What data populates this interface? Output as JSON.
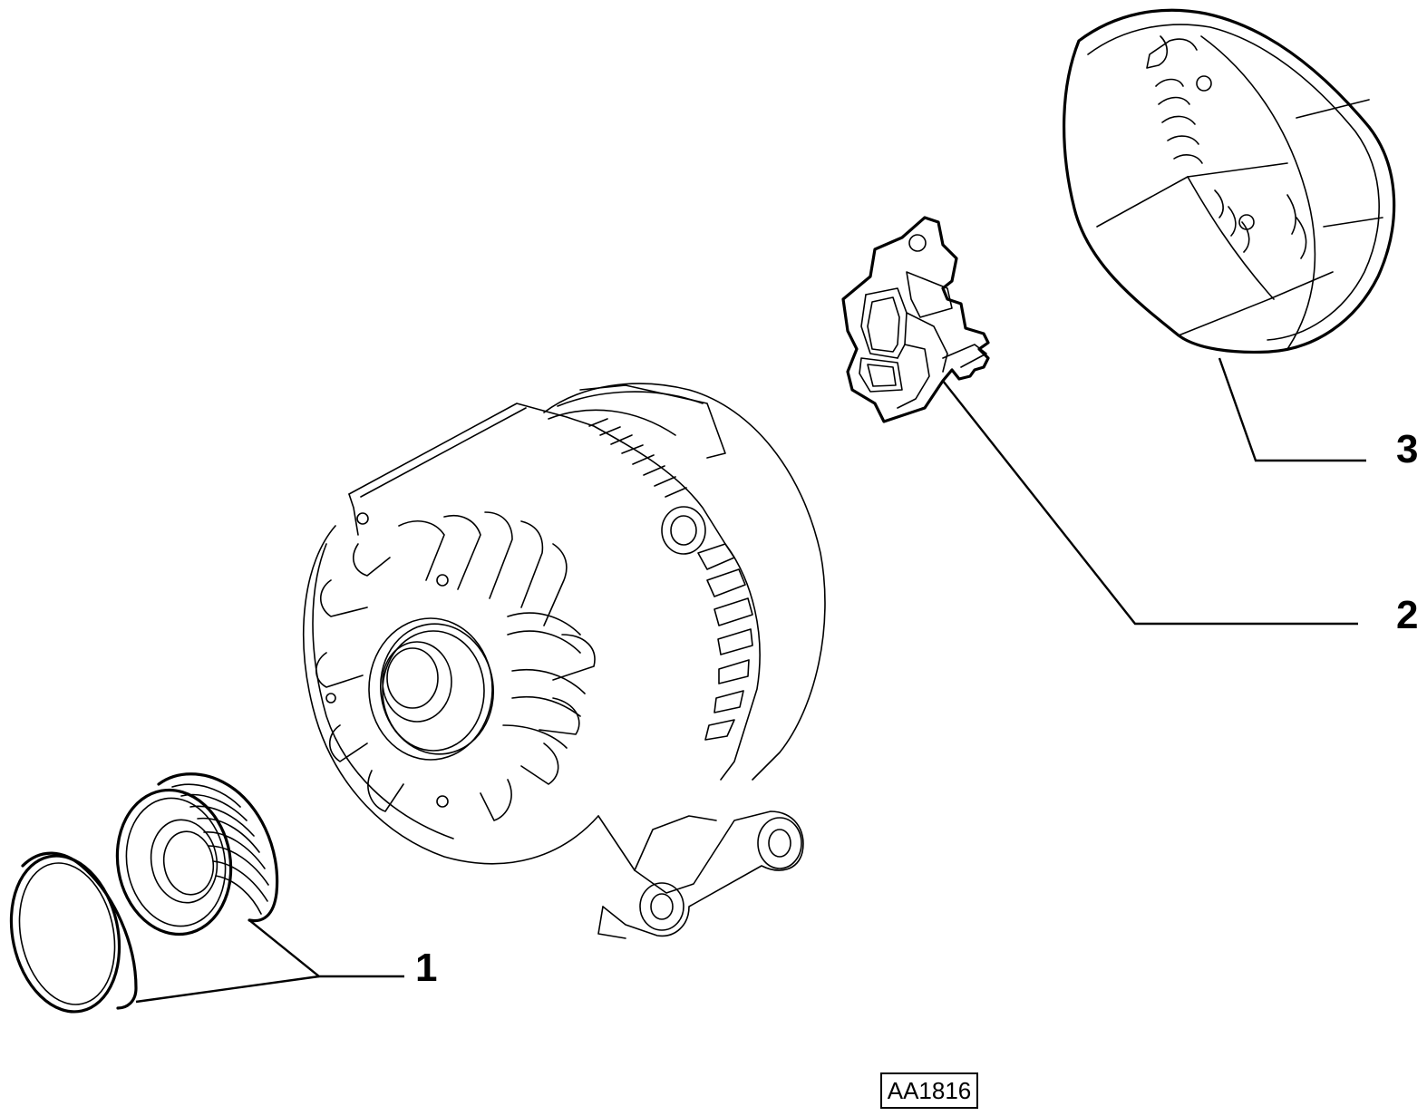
{
  "diagram": {
    "reference_code": "AA1816",
    "callouts": [
      {
        "number": "1",
        "part": "pulley-and-cap"
      },
      {
        "number": "2",
        "part": "voltage-regulator"
      },
      {
        "number": "3",
        "part": "rear-cover"
      }
    ],
    "colors": {
      "ink": "#000000",
      "paper": "#ffffff"
    }
  }
}
